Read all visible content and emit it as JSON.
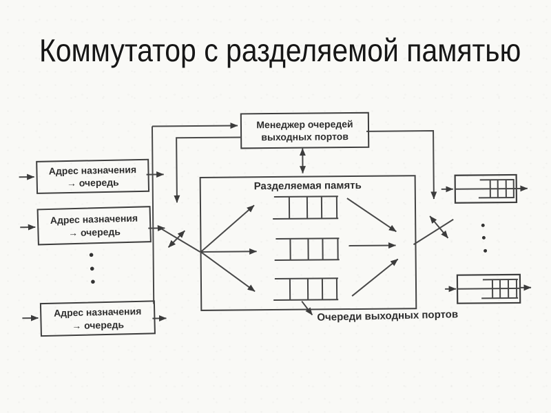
{
  "slide": {
    "title": "Коммутатор с разделяемой памятью"
  },
  "diagram": {
    "manager_box": {
      "line1": "Менеджер очередей",
      "line2": "выходных портов"
    },
    "address_boxes": [
      {
        "line1": "Адрес назначения",
        "line2": "→ очередь"
      },
      {
        "line1": "Адрес назначения",
        "line2": "→ очередь"
      },
      {
        "line1": "Адрес назначения",
        "line2": "→ очередь"
      }
    ],
    "memory_box": {
      "label": "Разделяемая память"
    },
    "callout": {
      "label": "Очереди выходных портов"
    },
    "icons": {
      "queue_glyph": "queue-cells-icon",
      "ellipsis": "vertical-ellipsis-dots"
    },
    "colors": {
      "line": "#484848",
      "box_border": "#3e3e3e",
      "text": "#2e2e2e",
      "title": "#161616",
      "paper": "#f9f9f6"
    }
  }
}
